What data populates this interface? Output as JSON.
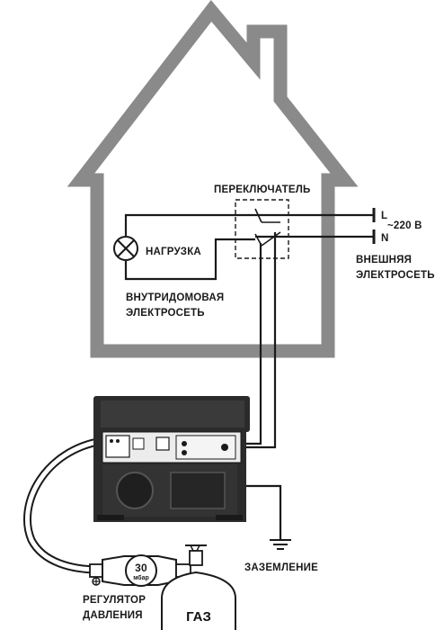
{
  "labels": {
    "switch": "ПЕРЕКЛЮЧАТЕЛЬ",
    "load": "НАГРУЗКА",
    "indoor_network_line1": "ВНУТРИДОМОВАЯ",
    "indoor_network_line2": "ЭЛЕКТРОСЕТЬ",
    "phase_l": "L",
    "neutral_n": "N",
    "voltage": "~220 В",
    "external_network_line1": "ВНЕШНЯЯ",
    "external_network_line2": "ЭЛЕКТРОСЕТЬ",
    "grounding": "ЗАЗЕМЛЕНИЕ",
    "regulator_value": "30",
    "regulator_unit": "мбар",
    "regulator_line1": "РЕГУЛЯТОР",
    "regulator_line2": "ДАВЛЕНИЯ",
    "gas": "ГАЗ"
  },
  "colors": {
    "house_outline": "#8a8a8a",
    "line": "#1a1a1a",
    "generator_body": "#2b2b2b"
  },
  "icons": [
    "house-outline",
    "lamp-load-icon",
    "switch-icon",
    "generator-icon",
    "ground-icon",
    "pressure-regulator-icon",
    "gas-cylinder-icon"
  ]
}
